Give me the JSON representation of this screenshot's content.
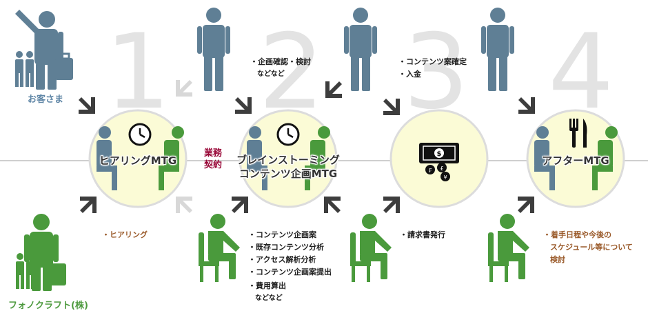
{
  "steps": [
    {
      "number": "1",
      "title": "ヒアリングMTG"
    },
    {
      "number": "2",
      "title": "ブレインストーミング\nコンテンツ企画MTG"
    },
    {
      "number": "3",
      "title": ""
    },
    {
      "number": "4",
      "title": "アフターMTG"
    }
  ],
  "customer_label": "お客さま",
  "company_label": "フォノクラフト(株)",
  "contract_label": {
    "line1": "業務",
    "line2": "契約"
  },
  "customer_notes": {
    "step2": {
      "items": [
        "・企画確認・検討"
      ],
      "suffix": "などなど"
    },
    "step3": {
      "items": [
        "・コンテンツ案確定",
        "・入金"
      ]
    }
  },
  "company_notes": {
    "step1": {
      "items": [
        "・ヒアリング"
      ]
    },
    "step2": {
      "items": [
        "・コンテンツ企画案",
        "・既存コンテンツ分析",
        "・アクセス解析分析",
        "・コンテンツ企画案提出",
        "・費用算出"
      ],
      "suffix": "などなど"
    },
    "step3": {
      "items": [
        "・請求書発行"
      ]
    },
    "step4": {
      "items": [
        "・着手日程や今後の",
        "スケジュール等について",
        "検討"
      ]
    }
  },
  "colors": {
    "customer": "#5f7f95",
    "company": "#4a9a3c",
    "circle_fill": "#fbfbd6",
    "arrow": "#3d3d3d",
    "arrow_light": "#d8d8d8",
    "big_number": "#e3e3e3",
    "note_brown": "#9a5a2a",
    "label_blue": "#5f86a6",
    "label_green": "#4d9a3e",
    "contract": "#9a0a3a"
  },
  "icons": [
    "clock-icon",
    "money-icon",
    "fork-knife-icon",
    "standing-person-icon",
    "seated-person-icon",
    "arrow-icon"
  ]
}
